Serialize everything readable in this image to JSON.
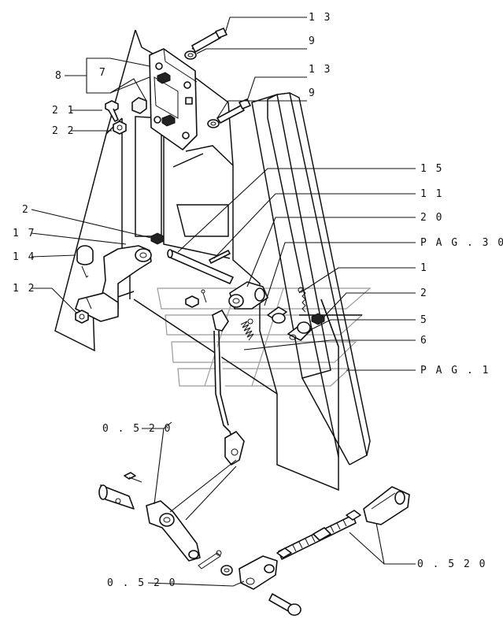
{
  "callouts": {
    "c13a": "1 3",
    "c9a": "9",
    "c8": "8",
    "c7": "7",
    "c13b": "1 3",
    "c9b": "9",
    "c21": "2 1",
    "c22": "2 2",
    "c15": "1 5",
    "c11": "1 1",
    "c2a": "2",
    "c20": "2 0",
    "c17": "1 7",
    "c_pag30": "P A G . 3 0",
    "c14": "1 4",
    "c1": "1",
    "c12": "1 2",
    "c2b": "2",
    "c5": "5",
    "c6": "6",
    "c_pag1": "P A G . 1",
    "c0520a": "0 . 5 2 0",
    "c0520b": "0 . 5 2 0",
    "c0520c": "0 . 5 2 0"
  },
  "colors": {
    "line": "#111111",
    "fill": "#f3f3f3",
    "watermark": "#9a9a9a"
  }
}
